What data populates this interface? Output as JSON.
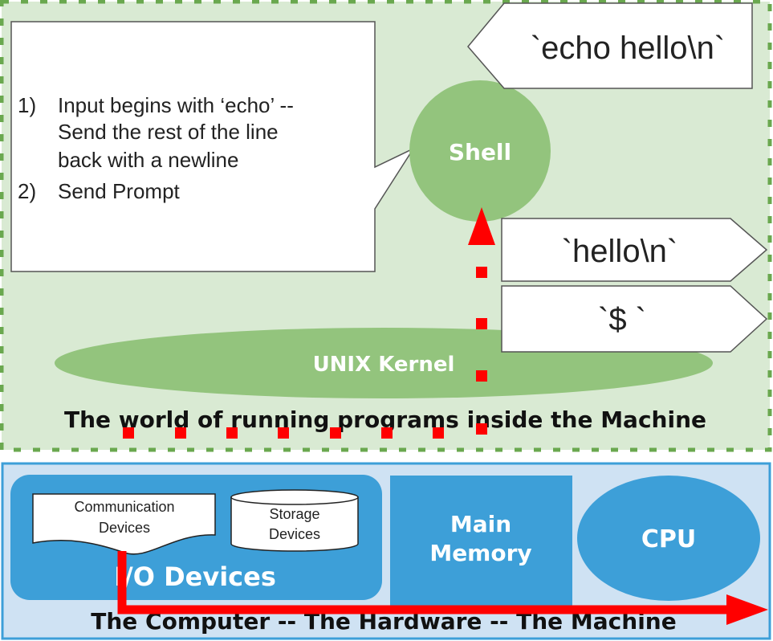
{
  "software_world": {
    "caption": "The world of running programs inside the Machine"
  },
  "callout": {
    "steps": [
      {
        "num": "1)",
        "lines": [
          "Input begins with ‘echo’ --",
          "Send the rest of the line",
          "back with a newline"
        ]
      },
      {
        "num": "2)",
        "lines": [
          "Send Prompt"
        ]
      }
    ]
  },
  "shell": {
    "label": "Shell"
  },
  "kernel": {
    "label": "UNIX Kernel"
  },
  "messages": {
    "input": "`echo hello\\n`",
    "output_hello": "`hello\\n`",
    "output_prompt": "`$ `"
  },
  "hardware": {
    "caption": "The Computer -- The Hardware -- The Machine",
    "io_group": "I/O Devices",
    "communication": [
      "Communication",
      "Devices"
    ],
    "storage": [
      "Storage",
      "Devices"
    ],
    "memory": [
      "Main",
      "Memory"
    ],
    "cpu": "CPU"
  },
  "colors": {
    "software_bg": "#d9ead3",
    "dash_green": "#6aa84f",
    "shell_green": "#93c47d",
    "hardware_bg": "#cfe2f3",
    "hardware_blue": "#3d9fd8",
    "arrow_red": "#ff0000"
  }
}
